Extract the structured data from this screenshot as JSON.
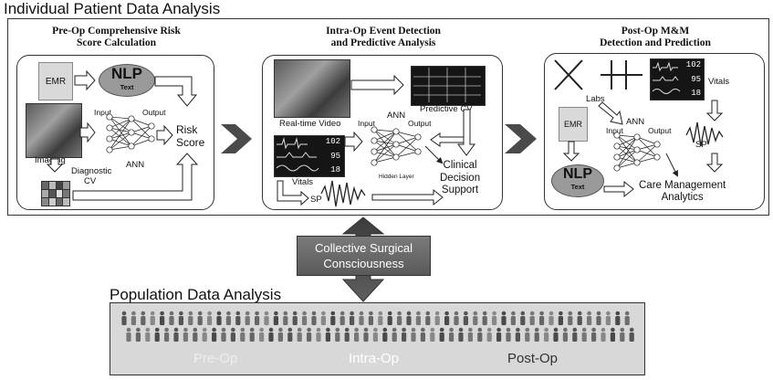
{
  "title": "Individual Patient Data Analysis",
  "panel1": {
    "title_line1": "Pre-Op Comprehensive Risk",
    "title_line2": "Score Calculation",
    "emr": "EMR",
    "nlp": "NLP",
    "nlp_sub": "Text",
    "imaging": "Imaging",
    "diagnostic": "Diagnostic",
    "cv": "CV",
    "input": "Input",
    "output": "Output",
    "ann": "ANN",
    "risk_line1": "Risk",
    "risk_line2": "Score"
  },
  "panel2": {
    "title_line1": "Intra-Op Event Detection",
    "title_line2": "and Predictive Analysis",
    "realtime_video": "Real-time Video",
    "predictive_cv": "Predictive CV",
    "vitals": "Vitals",
    "sp": "SP",
    "input": "Input",
    "output": "Output",
    "ann": "ANN",
    "hidden_layer": "Hidden Layer",
    "clinical_line1": "Clinical",
    "clinical_line2": "Decision",
    "clinical_line3": "Support",
    "monitor_values": [
      "102",
      "95",
      "18"
    ]
  },
  "panel3": {
    "title_line1": "Post-Op M&M",
    "title_line2": "Detection and Prediction",
    "labs": "Labs",
    "vitals": "Vitals",
    "emr": "EMR",
    "nlp": "NLP",
    "nlp_sub": "Text",
    "sp": "SP",
    "input": "Input",
    "output": "Output",
    "ann": "ANN",
    "care_line1": "Care Management",
    "care_line2": "Analytics",
    "monitor_values": [
      "102",
      "95",
      "18"
    ]
  },
  "collective_line1": "Collective Surgical",
  "collective_line2": "Consciousness",
  "population_title": "Population Data Analysis",
  "stages": [
    "Pre-Op",
    "Intra-Op",
    "Post-Op"
  ],
  "colors": {
    "dark_gray": "#595959",
    "mid_gray": "#8c8c8c",
    "light_gray": "#d8d8d8"
  }
}
